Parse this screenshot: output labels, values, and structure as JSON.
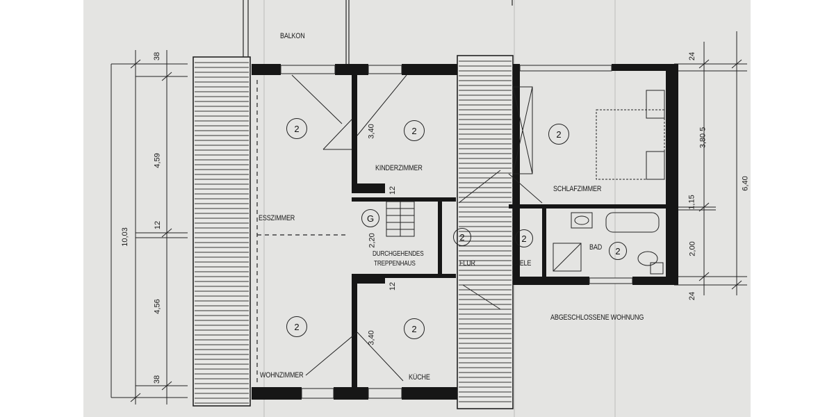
{
  "rooms": {
    "balkon": "BALKON",
    "esszimmer": "ESSZIMMER",
    "wohnzimmer": "WOHNZIMMER",
    "kinderzimmer": "KINDERZIMMER",
    "kueche": "KÜCHE",
    "schlafzimmer": "SCHLAFZIMMER",
    "flur": "FLUR",
    "diele": "DIELE",
    "bad": "BAD",
    "treppenhaus_1": "DURCHGEHENDES",
    "treppenhaus_2": "TREPPENHAUS",
    "abgeschlossene_wohnung": "ABGESCHLOSSENE WOHNUNG"
  },
  "room_numbers": {
    "esszimmer": "2",
    "wohnzimmer": "2",
    "kinderzimmer": "2",
    "kueche": "2",
    "schlafzimmer": "2",
    "flur": "2",
    "diele": "2",
    "bad": "2",
    "treppe": "G"
  },
  "dimensions": {
    "left_total": "10,03",
    "left_top_38": "38",
    "left_459": "4,59",
    "left_12": "12",
    "left_456": "4,56",
    "left_bottom_38": "38",
    "kinder_340": "3,40",
    "kinder_12": "12",
    "treppe_220": "2,20",
    "kueche_12": "12",
    "kueche_340": "3,40",
    "right_total": "6,40",
    "right_24_top": "24",
    "right_3805": "3,80 5",
    "right_115": "1,15",
    "right_200": "2,00",
    "right_24_bottom": "24"
  }
}
